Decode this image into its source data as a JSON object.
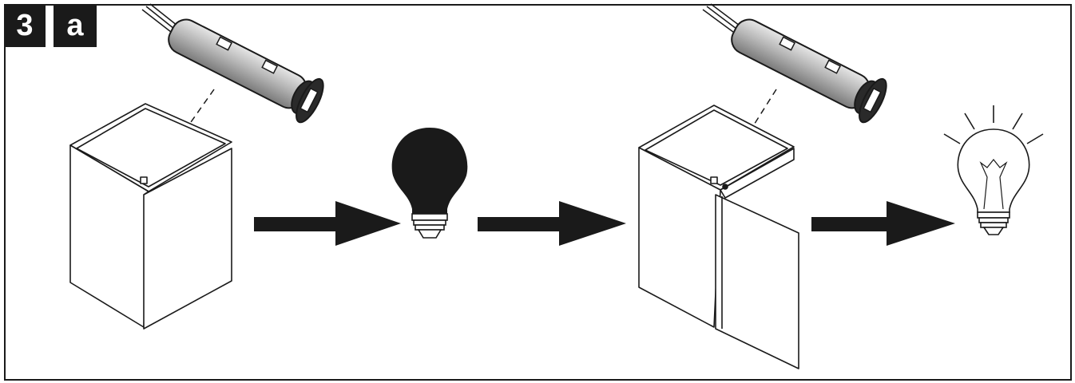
{
  "header": {
    "step_number": "3",
    "sub_step": "a"
  },
  "colors": {
    "ink": "#1a1a1a",
    "sensor_body": "#b8b8b8",
    "background": "#ffffff"
  },
  "scene": {
    "left": {
      "cabinet_state": "closed-door",
      "bulb_state": "off",
      "icons": [
        "cabinet-icon",
        "door-sensor-icon",
        "arrow-right-icon",
        "bulb-off-icon"
      ]
    },
    "right": {
      "cabinet_state": "open-door",
      "bulb_state": "on",
      "icons": [
        "cabinet-icon",
        "door-sensor-icon",
        "arrow-right-icon",
        "bulb-on-icon"
      ]
    }
  }
}
